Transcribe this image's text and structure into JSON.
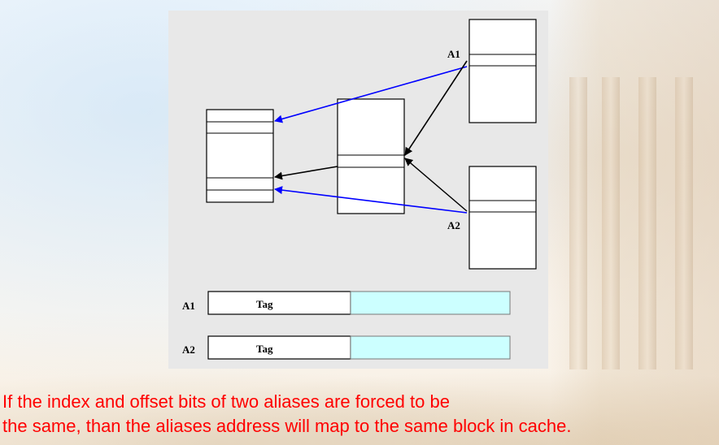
{
  "diagram": {
    "labels": {
      "a1_top": "A1",
      "a2_mid": "A2",
      "a1_bar": "A1",
      "a2_bar": "A2",
      "tag1": "Tag",
      "tag2": "Tag"
    },
    "colors": {
      "panel": "#e8e8e8",
      "blue_arrow": "#0000ff",
      "black_arrow": "#000000",
      "offset_field": "#ccffff"
    }
  },
  "caption": {
    "line1": "If  the index and offset bits of two aliases are forced to be",
    "line2": "the same, than the aliases address will map to the same block in cache."
  }
}
